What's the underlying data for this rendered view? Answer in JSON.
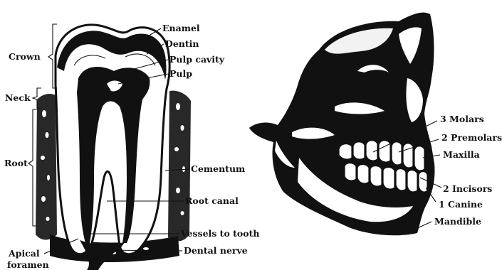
{
  "tooth_section": {
    "labels": {
      "crown": "Crown",
      "neck": "Neck",
      "root": "Root",
      "enamel": "Enamel",
      "dentin": "Dentin",
      "pulp_cavity": "Pulp cavity",
      "pulp": "Pulp",
      "cementum": "Cementum",
      "root_canal": "Root canal",
      "vessels_to_tooth": "Vessels to tooth",
      "dental_nerve": "Dental nerve",
      "apical_foramen_line1": "Apical",
      "apical_foramen_line2": "foramen"
    }
  },
  "skull": {
    "labels": {
      "molars": "3 Molars",
      "premolars": "2 Premolars",
      "maxilla": "Maxilla",
      "incisors": "2 Incisors",
      "canine": "1 Canine",
      "mandible": "Mandible"
    }
  }
}
